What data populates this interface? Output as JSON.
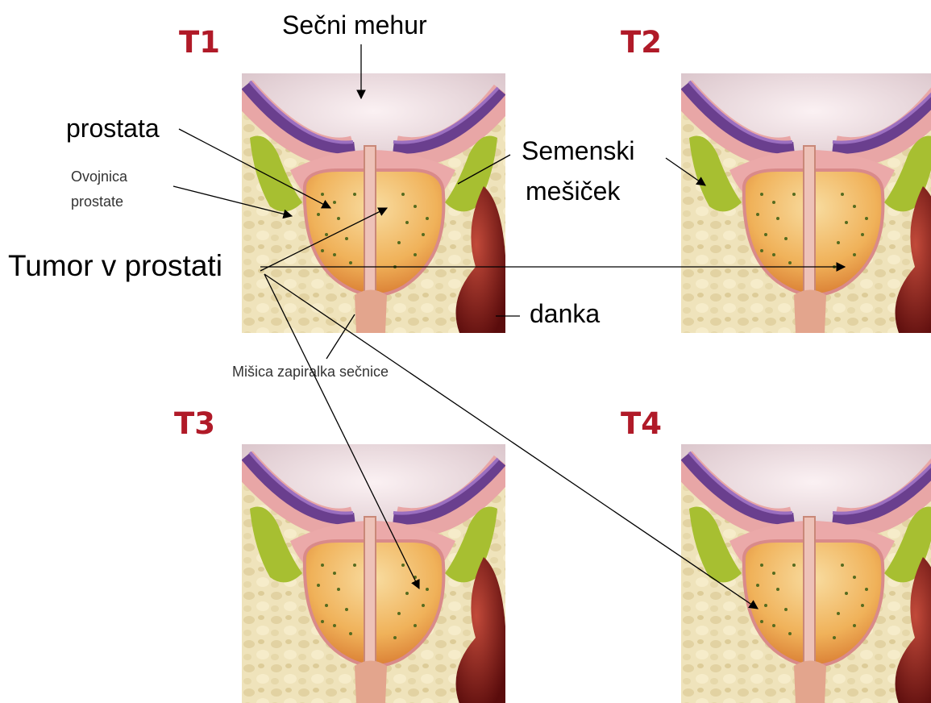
{
  "stages": [
    "T1",
    "T2",
    "T3",
    "T4"
  ],
  "labels": {
    "bladder": "Sečni mehur",
    "prostate": "prostata",
    "capsule_line1": "Ovojnica",
    "capsule_line2": "prostate",
    "seminal_line1": "Semenski",
    "seminal_line2": "mešiček",
    "tumor": "Tumor v prostati",
    "rectum": "danka",
    "sphincter": "Mišica zapiralka sečnice"
  },
  "colors": {
    "stage_label": "#b01a28",
    "background_tissue": "#efe3bb",
    "bladder": "#ede0e2",
    "bladder_wall": "#6a3f8e",
    "muscle_pink": "#e8a6a6",
    "seminal_vesicle": "#a7bf31",
    "prostate": "#f3b55c",
    "rectum": "#7a1616",
    "tumor": "#b3261d"
  },
  "icons": [
    "anatomy-panel-illustration",
    "tumor-blob-icon"
  ]
}
